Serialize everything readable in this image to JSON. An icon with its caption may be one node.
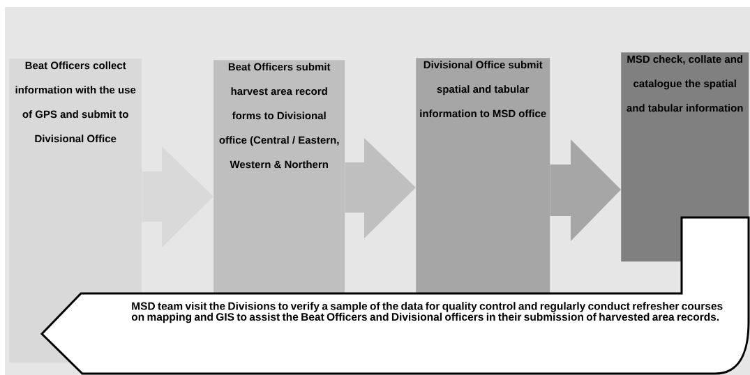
{
  "diagram": {
    "nodes": [
      {
        "text": [
          "Beat Officers collect information with the use of GPS and submit to Divisional Office"
        ]
      },
      {
        "text": [
          "Beat Officers submit harvest area record forms to Divisional office (Central / Eastern, Western & Northern"
        ]
      },
      {
        "text": [
          "Divisional Office submit spatial and tabular information to MSD office"
        ]
      },
      {
        "text": [
          "MSD check, collate and catalogue the spatial and tabular information"
        ]
      },
      {
        "text": [
          "MSD team visit the Divisions to verify a sample of the data for quality control and regularly conduct refresher courses on mapping and GIS to assist the Beat Officers and Divisional officers in their submission of harvested area records."
        ]
      }
    ],
    "edges": [
      {
        "from": 0,
        "to": 1,
        "arrow": "to"
      },
      {
        "from": 1,
        "to": 2,
        "arrow": "to"
      },
      {
        "from": 2,
        "to": 3,
        "arrow": "to"
      }
    ]
  }
}
